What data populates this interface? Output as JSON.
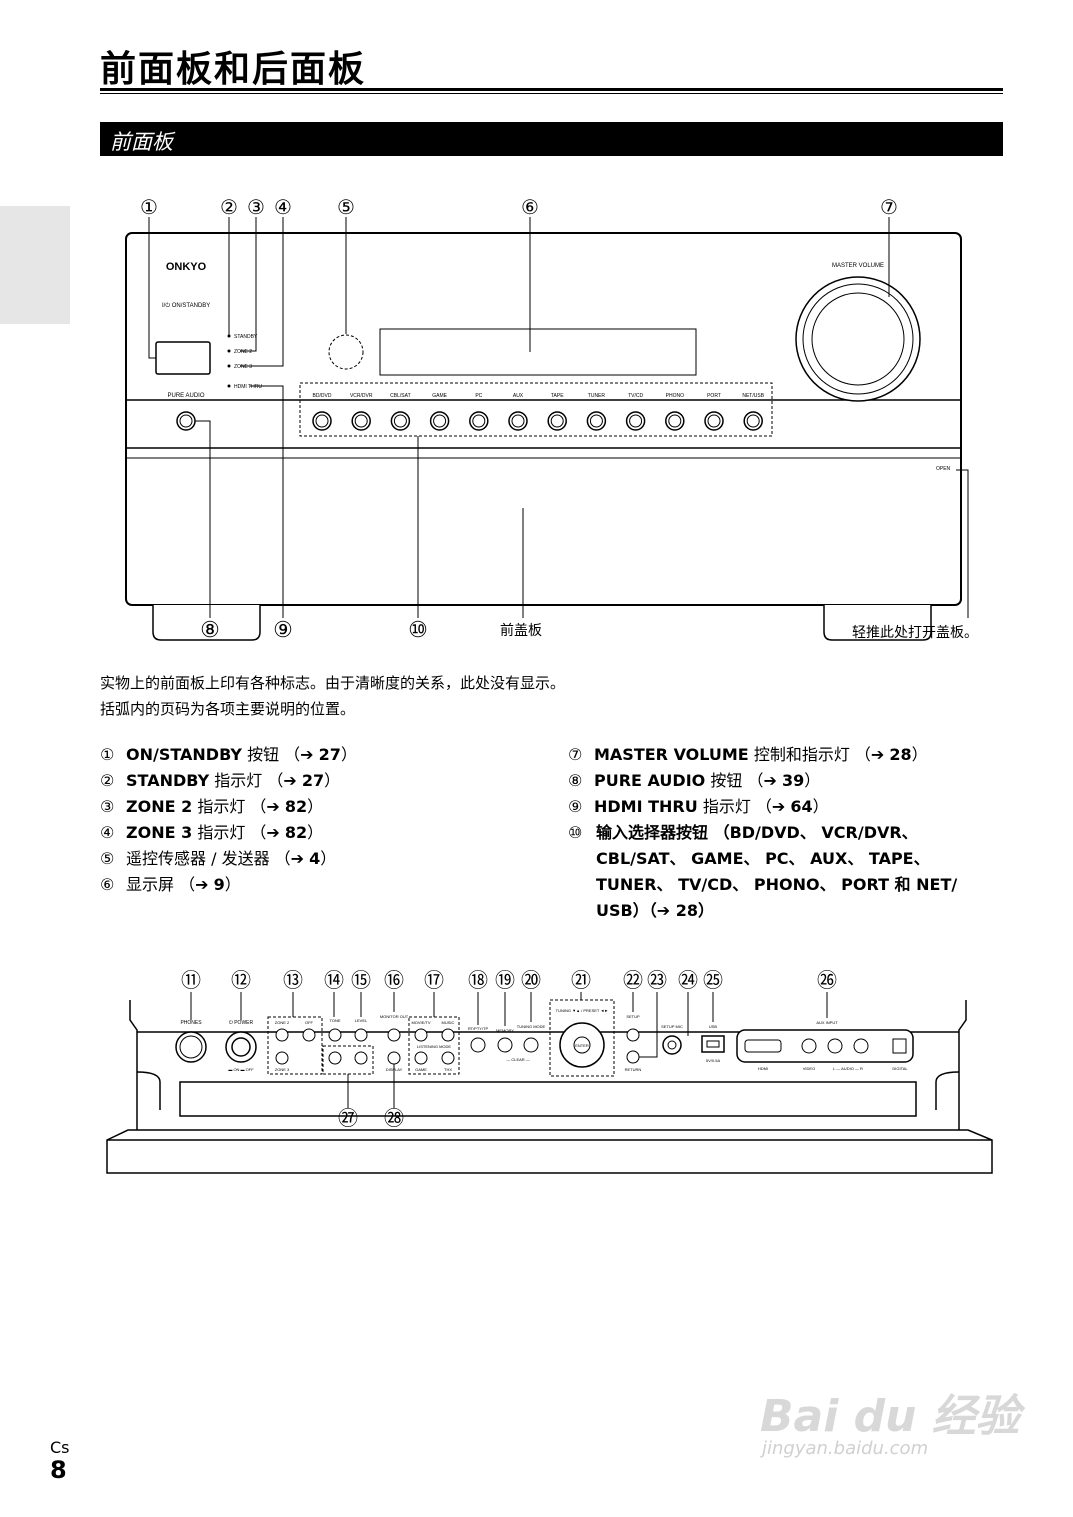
{
  "page": {
    "title": "前面板和后面板",
    "section_title": "前面板",
    "lang_code": "Cs",
    "page_number": "8"
  },
  "front_diagram": {
    "callouts_top": [
      "①",
      "②",
      "③",
      "④",
      "⑤",
      "⑥",
      "⑦"
    ],
    "callouts_bottom": [
      "⑧",
      "⑨",
      "⑩"
    ],
    "front_cover_label": "前盖板",
    "open_hint_label": "轻推此处打开盖板。",
    "panel_labels": {
      "brand": "ONKYO",
      "on_standby": "I/⏻ ON/STANDBY",
      "standby": "STANDBY",
      "zone2": "ZONE 2",
      "zone3": "ZONE 3",
      "hdmi_thru": "HDMI THRU",
      "pure_audio": "PURE AUDIO",
      "master_volume": "MASTER VOLUME",
      "open": "OPEN"
    },
    "input_buttons": [
      "BD/DVD",
      "VCR/DVR",
      "CBL/SAT",
      "GAME",
      "PC",
      "AUX",
      "TAPE",
      "TUNER",
      "TV/CD",
      "PHONO",
      "PORT",
      "NET/USB"
    ]
  },
  "notes": [
    "实物上的前面板上印有各种标志。由于清晰度的关系，此处没有显示。",
    "括弧内的页码为各项主要说明的位置。"
  ],
  "legend_left": [
    {
      "num": "①",
      "name": "ON/STANDBY",
      "desc": " 按钮 （➔ ",
      "page": "27",
      "end": "）"
    },
    {
      "num": "②",
      "name": "STANDBY",
      "desc": " 指示灯 （➔ ",
      "page": "27",
      "end": "）"
    },
    {
      "num": "③",
      "name": "ZONE 2",
      "desc": " 指示灯 （➔ ",
      "page": "82",
      "end": "）"
    },
    {
      "num": "④",
      "name": "ZONE 3",
      "desc": " 指示灯 （➔ ",
      "page": "82",
      "end": "）"
    },
    {
      "num": "⑤",
      "name": "",
      "desc": "遥控传感器 / 发送器 （➔ ",
      "page": "4",
      "end": "）"
    },
    {
      "num": "⑥",
      "name": "",
      "desc": "显示屏 （➔ ",
      "page": "9",
      "end": "）"
    }
  ],
  "legend_right": [
    {
      "num": "⑦",
      "name": "MASTER VOLUME",
      "desc": " 控制和指示灯 （➔ ",
      "page": "28",
      "end": "）"
    },
    {
      "num": "⑧",
      "name": "PURE AUDIO",
      "desc": " 按钮 （➔ ",
      "page": "39",
      "end": "）"
    },
    {
      "num": "⑨",
      "name": "HDMI THRU",
      "desc": " 指示灯 （➔ ",
      "page": "64",
      "end": "）"
    },
    {
      "num": "⑩",
      "text": "输入选择器按钮 （BD/DVD、 VCR/DVR、 CBL/SAT、 GAME、 PC、 AUX、 TAPE、 TUNER、 TV/CD、 PHONO、 PORT 和 NET/ USB）（➔ 28）"
    }
  ],
  "rear_diagram": {
    "callouts_top": [
      "⑪",
      "⑫",
      "⑬",
      "⑭",
      "⑮",
      "⑯",
      "⑰",
      "⑱",
      "⑲",
      "⑳",
      "㉑",
      "㉒",
      "㉓",
      "㉔",
      "㉕",
      "㉖"
    ],
    "callouts_bottom": [
      "㉗",
      "㉘"
    ],
    "panel_labels": {
      "phones": "PHONES",
      "power": "⏻ POWER",
      "power_sub": "▬ ON ▬ OFF",
      "zone2": "ZONE 2",
      "off": "OFF",
      "zone3": "ZONE 3",
      "tone": "TONE",
      "level": "LEVEL",
      "monitor_out": "MONITOR OUT",
      "display": "DISPLAY",
      "movie_tv": "MOVIE/TV",
      "music": "MUSIC",
      "listening_mode": "LISTENING MODE",
      "game": "GAME",
      "thx": "THX",
      "rt_pty_tp": "RT/PTY/TP",
      "memory": "MEMORY",
      "tuning_mode": "TUNING MODE",
      "clear": "— CLEAR —",
      "tuning_preset": "TUNING ▼▲ / PRESET ◄►",
      "enter": "ENTER",
      "setup": "SETUP",
      "return": "RETURN",
      "setup_mic": "SETUP MIC",
      "usb": "USB",
      "usb_rating": "5V/0.5A",
      "aux_input": "AUX INPUT",
      "hdmi": "HDMI",
      "video": "VIDEO",
      "audio": "L — AUDIO — R",
      "digital": "DIGITAL"
    }
  },
  "watermark": {
    "logo": "Bai du 经验",
    "url": "jingyan.baidu.com"
  }
}
